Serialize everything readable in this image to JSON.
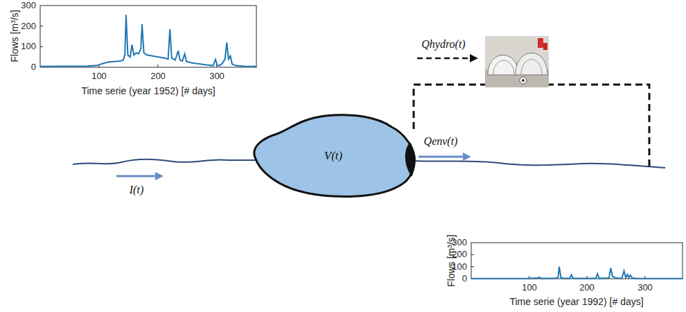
{
  "diagram": {
    "nodes": [
      {
        "text": [
          "V(t)"
        ]
      }
    ],
    "labels": [
      "Flows [m³/s]",
      "300",
      "200",
      "100",
      "0",
      "100",
      "200",
      "300",
      "Time serie (year 1952) [# days]",
      "Qhydro(t)",
      "Qenv(t)",
      "I(t)",
      "Flows [m³/s]",
      "300",
      "200",
      "100",
      "0",
      "100",
      "200",
      "300",
      "Time serie (year 1992) [# days]"
    ]
  }
}
